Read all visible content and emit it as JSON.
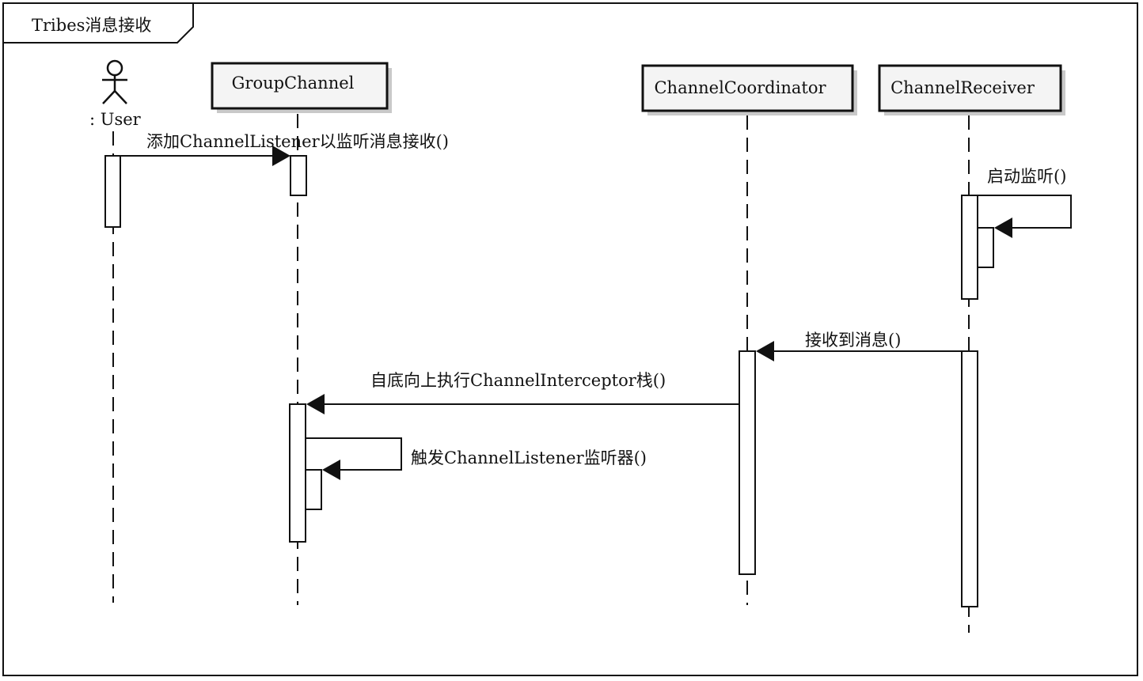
{
  "frame": {
    "title": "Tribes消息接收"
  },
  "participants": [
    {
      "id": "user",
      "label": ": User",
      "kind": "actor"
    },
    {
      "id": "group",
      "label": "GroupChannel",
      "kind": "object"
    },
    {
      "id": "coord",
      "label": "ChannelCoordinator",
      "kind": "object"
    },
    {
      "id": "recv",
      "label": "ChannelReceiver",
      "kind": "object"
    }
  ],
  "messages": [
    {
      "id": "add-listener",
      "from": "user",
      "to": "group",
      "label": "添加ChannelListener以监听消息接收()"
    },
    {
      "id": "start-listen",
      "from": "recv",
      "to": "recv",
      "label": "启动监听()"
    },
    {
      "id": "receive-msg",
      "from": "recv",
      "to": "coord",
      "label": "接收到消息()"
    },
    {
      "id": "exec-interceptors",
      "from": "coord",
      "to": "group",
      "label": "自底向上执行ChannelInterceptor栈()"
    },
    {
      "id": "fire-listener",
      "from": "group",
      "to": "group",
      "label": "触发ChannelListener监听器()"
    }
  ]
}
